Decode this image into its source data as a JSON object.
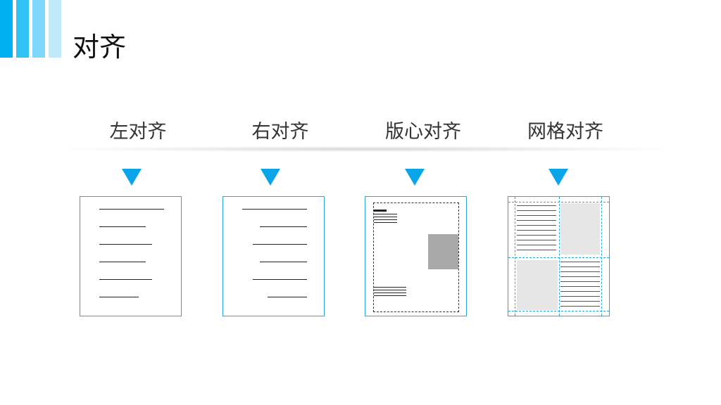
{
  "title": "对齐",
  "accent_color": "#0aa5e8",
  "decor_bar_colors": [
    "#00b0f0",
    "#33c2f5",
    "#7fd7f9",
    "#bfeafb"
  ],
  "items": [
    {
      "label": "左对齐",
      "icon": "left-align-diagram"
    },
    {
      "label": "右对齐",
      "icon": "right-align-diagram"
    },
    {
      "label": "版心对齐",
      "icon": "type-area-align-diagram"
    },
    {
      "label": "网格对齐",
      "icon": "grid-align-diagram"
    }
  ]
}
